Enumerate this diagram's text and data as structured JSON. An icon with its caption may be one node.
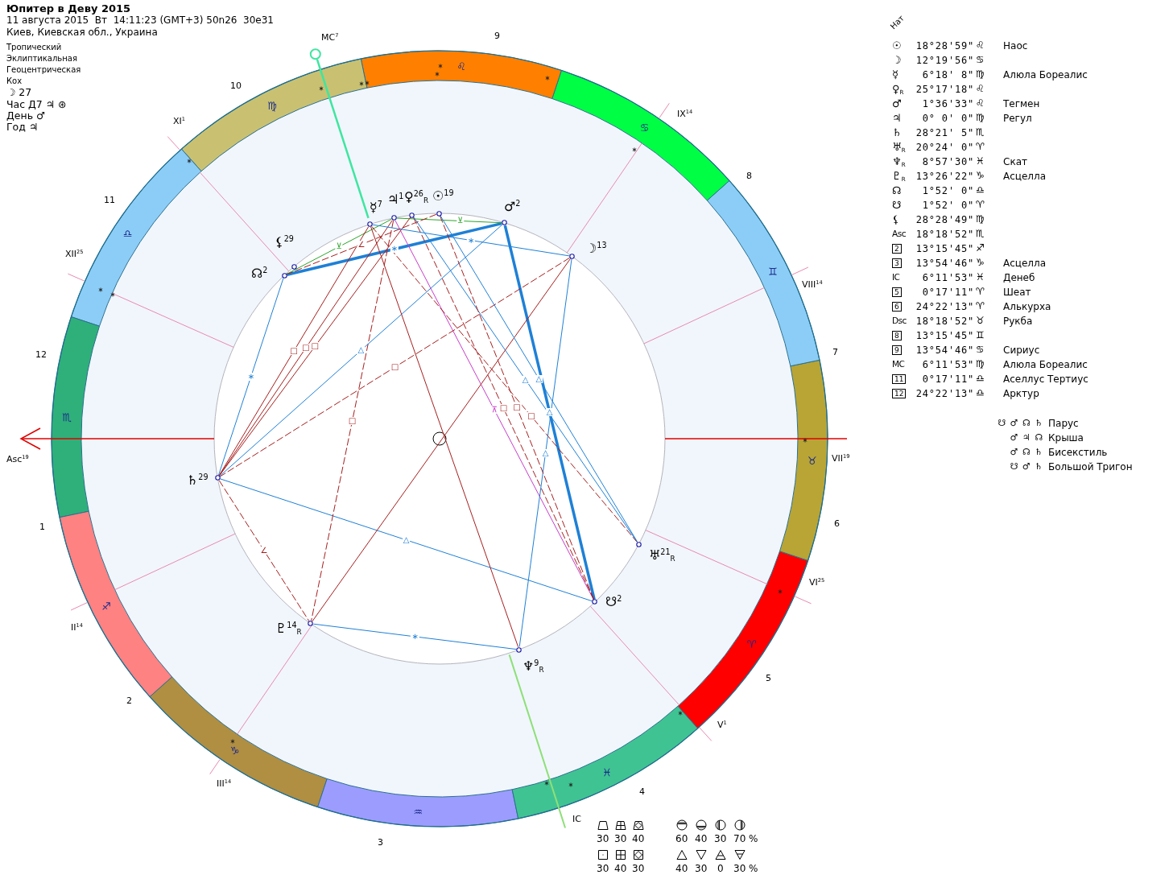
{
  "diagram": {
    "title": "Юпитер в Деву 2015",
    "nodes": [
      {
        "text": [],
        "shape": "circle",
        "beside": [
          "☉$^{19}$"
        ]
      },
      {
        "text": [],
        "shape": "circle",
        "beside": [
          "☽$^{13}$"
        ]
      },
      {
        "text": [],
        "shape": "circle",
        "beside": [
          "☿$^{7}$"
        ]
      },
      {
        "text": [],
        "shape": "circle",
        "beside": [
          "♀$^{26}$$_{R}$"
        ]
      },
      {
        "text": [],
        "shape": "circle",
        "beside": [
          "♂$^{2}$"
        ]
      },
      {
        "text": [],
        "shape": "circle",
        "beside": [
          "♃$^{1}$"
        ]
      },
      {
        "text": [],
        "shape": "circle",
        "beside": [
          "♄$^{29}$"
        ]
      },
      {
        "text": [],
        "shape": "circle",
        "beside": [
          "♅$^{21}$$_{R}$"
        ]
      },
      {
        "text": [],
        "shape": "circle",
        "beside": [
          "♆$^{9}$$_{R}$"
        ]
      },
      {
        "text": [],
        "shape": "circle",
        "beside": [
          "♇$^{14}$$_{R}$"
        ]
      },
      {
        "text": [],
        "shape": "circle",
        "beside": [
          "☊$^{2}$"
        ]
      },
      {
        "text": [],
        "shape": "circle",
        "beside": [
          "☋$^{2}$"
        ]
      },
      {
        "text": [],
        "shape": "circle",
        "beside": [
          "⚸$^{29}$"
        ]
      }
    ],
    "edges": [
      {
        "from": 0,
        "to": 7,
        "arrow": "none",
        "label": "△",
        "color": "#1e80d6"
      },
      {
        "from": 0,
        "to": 11,
        "arrow": "none",
        "label": "□",
        "style": "dashed"
      },
      {
        "from": 0,
        "to": 10,
        "arrow": "none",
        "label": "∠",
        "style": "dashed"
      },
      {
        "from": 1,
        "to": 2,
        "arrow": "none",
        "label": "∗",
        "color": "#1e80d6"
      },
      {
        "from": 1,
        "to": 6,
        "arrow": "none",
        "label": "□",
        "style": "dashed"
      },
      {
        "from": 1,
        "to": 9,
        "arrow": "none"
      },
      {
        "from": 1,
        "to": 8,
        "arrow": "none",
        "label": "△",
        "color": "#1e80d6"
      },
      {
        "from": 2,
        "to": 6,
        "arrow": "none",
        "label": "□"
      },
      {
        "from": 2,
        "to": 8,
        "arrow": "none"
      },
      {
        "from": 2,
        "to": 7,
        "arrow": "none",
        "label": "□",
        "style": "dashed"
      },
      {
        "from": 3,
        "to": 6,
        "arrow": "none",
        "label": "□"
      },
      {
        "from": 3,
        "to": 7,
        "arrow": "none",
        "label": "△",
        "color": "#1e80d6"
      },
      {
        "from": 3,
        "to": 11,
        "arrow": "none",
        "label": "□",
        "style": "dashed"
      },
      {
        "from": 4,
        "to": 5,
        "arrow": "none",
        "label": "⊻",
        "color": "#2aa52a"
      },
      {
        "from": 4,
        "to": 10,
        "arrow": "none",
        "label": "∗",
        "style": "thick",
        "color": "#1e80d6"
      },
      {
        "from": 4,
        "to": 11,
        "arrow": "none",
        "label": "△",
        "style": "thick",
        "color": "#1e80d6"
      },
      {
        "from": 4,
        "to": 6,
        "arrow": "none",
        "label": "△",
        "color": "#1e80d6"
      },
      {
        "from": 5,
        "to": 6,
        "arrow": "none",
        "label": "□"
      },
      {
        "from": 5,
        "to": 9,
        "arrow": "none",
        "label": "□",
        "style": "dashed"
      },
      {
        "from": 5,
        "to": 11,
        "arrow": "none",
        "label": "⊼",
        "color": "#c83cc8"
      },
      {
        "from": 5,
        "to": 10,
        "arrow": "none",
        "label": "⊻",
        "color": "#2aa52a"
      },
      {
        "from": 6,
        "to": 9,
        "arrow": "none",
        "label": "∠",
        "style": "dashed"
      },
      {
        "from": 6,
        "to": 10,
        "arrow": "none",
        "label": "∗",
        "color": "#1e80d6"
      },
      {
        "from": 6,
        "to": 11,
        "arrow": "none",
        "label": "△",
        "color": "#1e80d6"
      },
      {
        "from": 9,
        "to": 8,
        "arrow": "none",
        "label": "∗",
        "color": "#1e80d6"
      }
    ],
    "labels": [
      "11 августа 2015  Вт  14:11:23 (GMT+3) 50n26  30e31",
      "Киев, Киевская обл., Украина",
      "Тропический",
      "Эклиптикальная",
      "Геоцентрическая",
      "Кох",
      "☽ 27",
      "Час Д7 ♃ ⊛",
      "День ♂",
      "Год ♃",
      "MC$^{7}$",
      "9",
      "10",
      "IX$^{14}$",
      "XI$^{1}$",
      "8",
      "11",
      "XII$^{25}$",
      "VIII$^{14}$",
      "12",
      "7",
      "Asc$^{19}$",
      "VII$^{19}$",
      "1",
      "6",
      "VI$^{25}$",
      "II$^{14}$",
      "5",
      "2",
      "V$^{1}$",
      "III$^{14}$",
      "4",
      "IC",
      "3",
      "♌",
      "♍",
      "♋",
      "♎",
      "♊",
      "♏",
      "♉",
      "♐",
      "♈",
      "♑",
      "♓",
      "♒",
      "Нат",
      "☉",
      "18°28'59\"",
      "♌",
      "Наос",
      "☽",
      "12°19'56\"",
      "♋",
      "☿",
      "6°18' 8\"",
      "♍",
      "Алюла Бореалис",
      "♀$_{R}$",
      "25°17'18\"",
      "♌",
      "♂",
      "1°36'33\"",
      "♌",
      "Тегмен",
      "♃",
      "0° 0' 0\"",
      "♍",
      "Регул",
      "♄",
      "28°21' 5\"",
      "♏",
      "♅$_{R}$",
      "20°24' 0\"",
      "♈",
      "♆$_{R}$",
      "8°57'30\"",
      "♓",
      "Скат",
      "♇$_{R}$",
      "13°26'22\"",
      "♑",
      "Асцелла",
      "☊",
      "1°52' 0\"",
      "♎",
      "☋",
      "1°52' 0\"",
      "♈",
      "⚸",
      "28°28'49\"",
      "♍",
      "Asc",
      "18°18'52\"",
      "♏",
      "2",
      "13°15'45\"",
      "♐",
      "3",
      "13°54'46\"",
      "♑",
      "Асцелла",
      "IC",
      "6°11'53\"",
      "♓",
      "Денеб",
      "5",
      "0°17'11\"",
      "♈",
      "Шеат",
      "6",
      "24°22'13\"",
      "♈",
      "Алькурха",
      "Dsc",
      "18°18'52\"",
      "♉",
      "Рукба",
      "8",
      "13°15'45\"",
      "♊",
      "9",
      "13°54'46\"",
      "♋",
      "Сириус",
      "MC",
      "6°11'53\"",
      "♍",
      "Алюла Бореалис",
      "11",
      "0°17'11\"",
      "♎",
      "Аселлус Тертиус",
      "12",
      "24°22'13\"",
      "♎",
      "Арктур",
      "☋ ♂ ☊ ♄",
      "Парус",
      "♂ ♃ ☊",
      "Крыша",
      "♂ ☊ ♄",
      "Бисекстиль",
      "☋ ♂ ♄",
      "Большой Тригон",
      "30",
      "30",
      "40",
      "60",
      "40",
      "30",
      "70 %",
      "30",
      "40",
      "30",
      "40",
      "30",
      "0",
      "30 %"
    ]
  }
}
